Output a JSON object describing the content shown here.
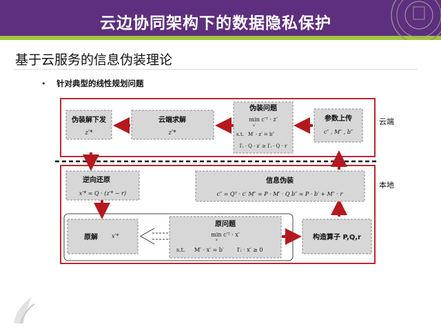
{
  "slide": {
    "title": "云边协同架构下的数据隐私保护",
    "subtitle": "基于云服务的信息伪装理论",
    "bullet_mark": "•",
    "bullet": "针对典型的线性规划问题"
  },
  "diagram": {
    "cloud_label": "云端",
    "local_label": "本地",
    "nodes": {
      "disguise_down": {
        "title": "伪装解下发",
        "formula": "z′*"
      },
      "cloud_solve": {
        "title": "云端求解",
        "formula": "z′*"
      },
      "disguised_problem": {
        "title": "伪装问题",
        "obj": "min c′ᵀ · z′",
        "obj_sub": "x′",
        "st": "s.t.",
        "c1": "M′ · z′ = b″",
        "c2": "I′ᵢ · Q · z′ ≥ I′ᵢ · Q · r"
      },
      "param_upload": {
        "title": "参数上传",
        "formula": "c″ , M″ , b″"
      },
      "inverse_restore": {
        "title": "逆向还原",
        "formula": "x′* = Q · (z′* − r)"
      },
      "info_disguise": {
        "title": "信息伪装",
        "formula": "c″ = Qᵀ · c′   M″ = P · M′ · Q   b″ = P · b′ + M″ · r"
      },
      "original_solution": {
        "title": "原解",
        "formula": "x′*"
      },
      "original_problem": {
        "title": "原问题",
        "obj": "min c′ᵀ · x′",
        "obj_sub": "x",
        "st": "s.t.",
        "c1": "M′ · x′ = b′",
        "c2": "I′ᵢ · x′ ≥ 0"
      },
      "construct_operator": {
        "title": "构造算子 P,Q,r"
      }
    }
  },
  "colors": {
    "header": "#5d2f7e",
    "header_accent": "#a3c63c",
    "frame": "#c0262c",
    "arrow": "#b5181e",
    "box_fill": "#d7d7d7"
  }
}
